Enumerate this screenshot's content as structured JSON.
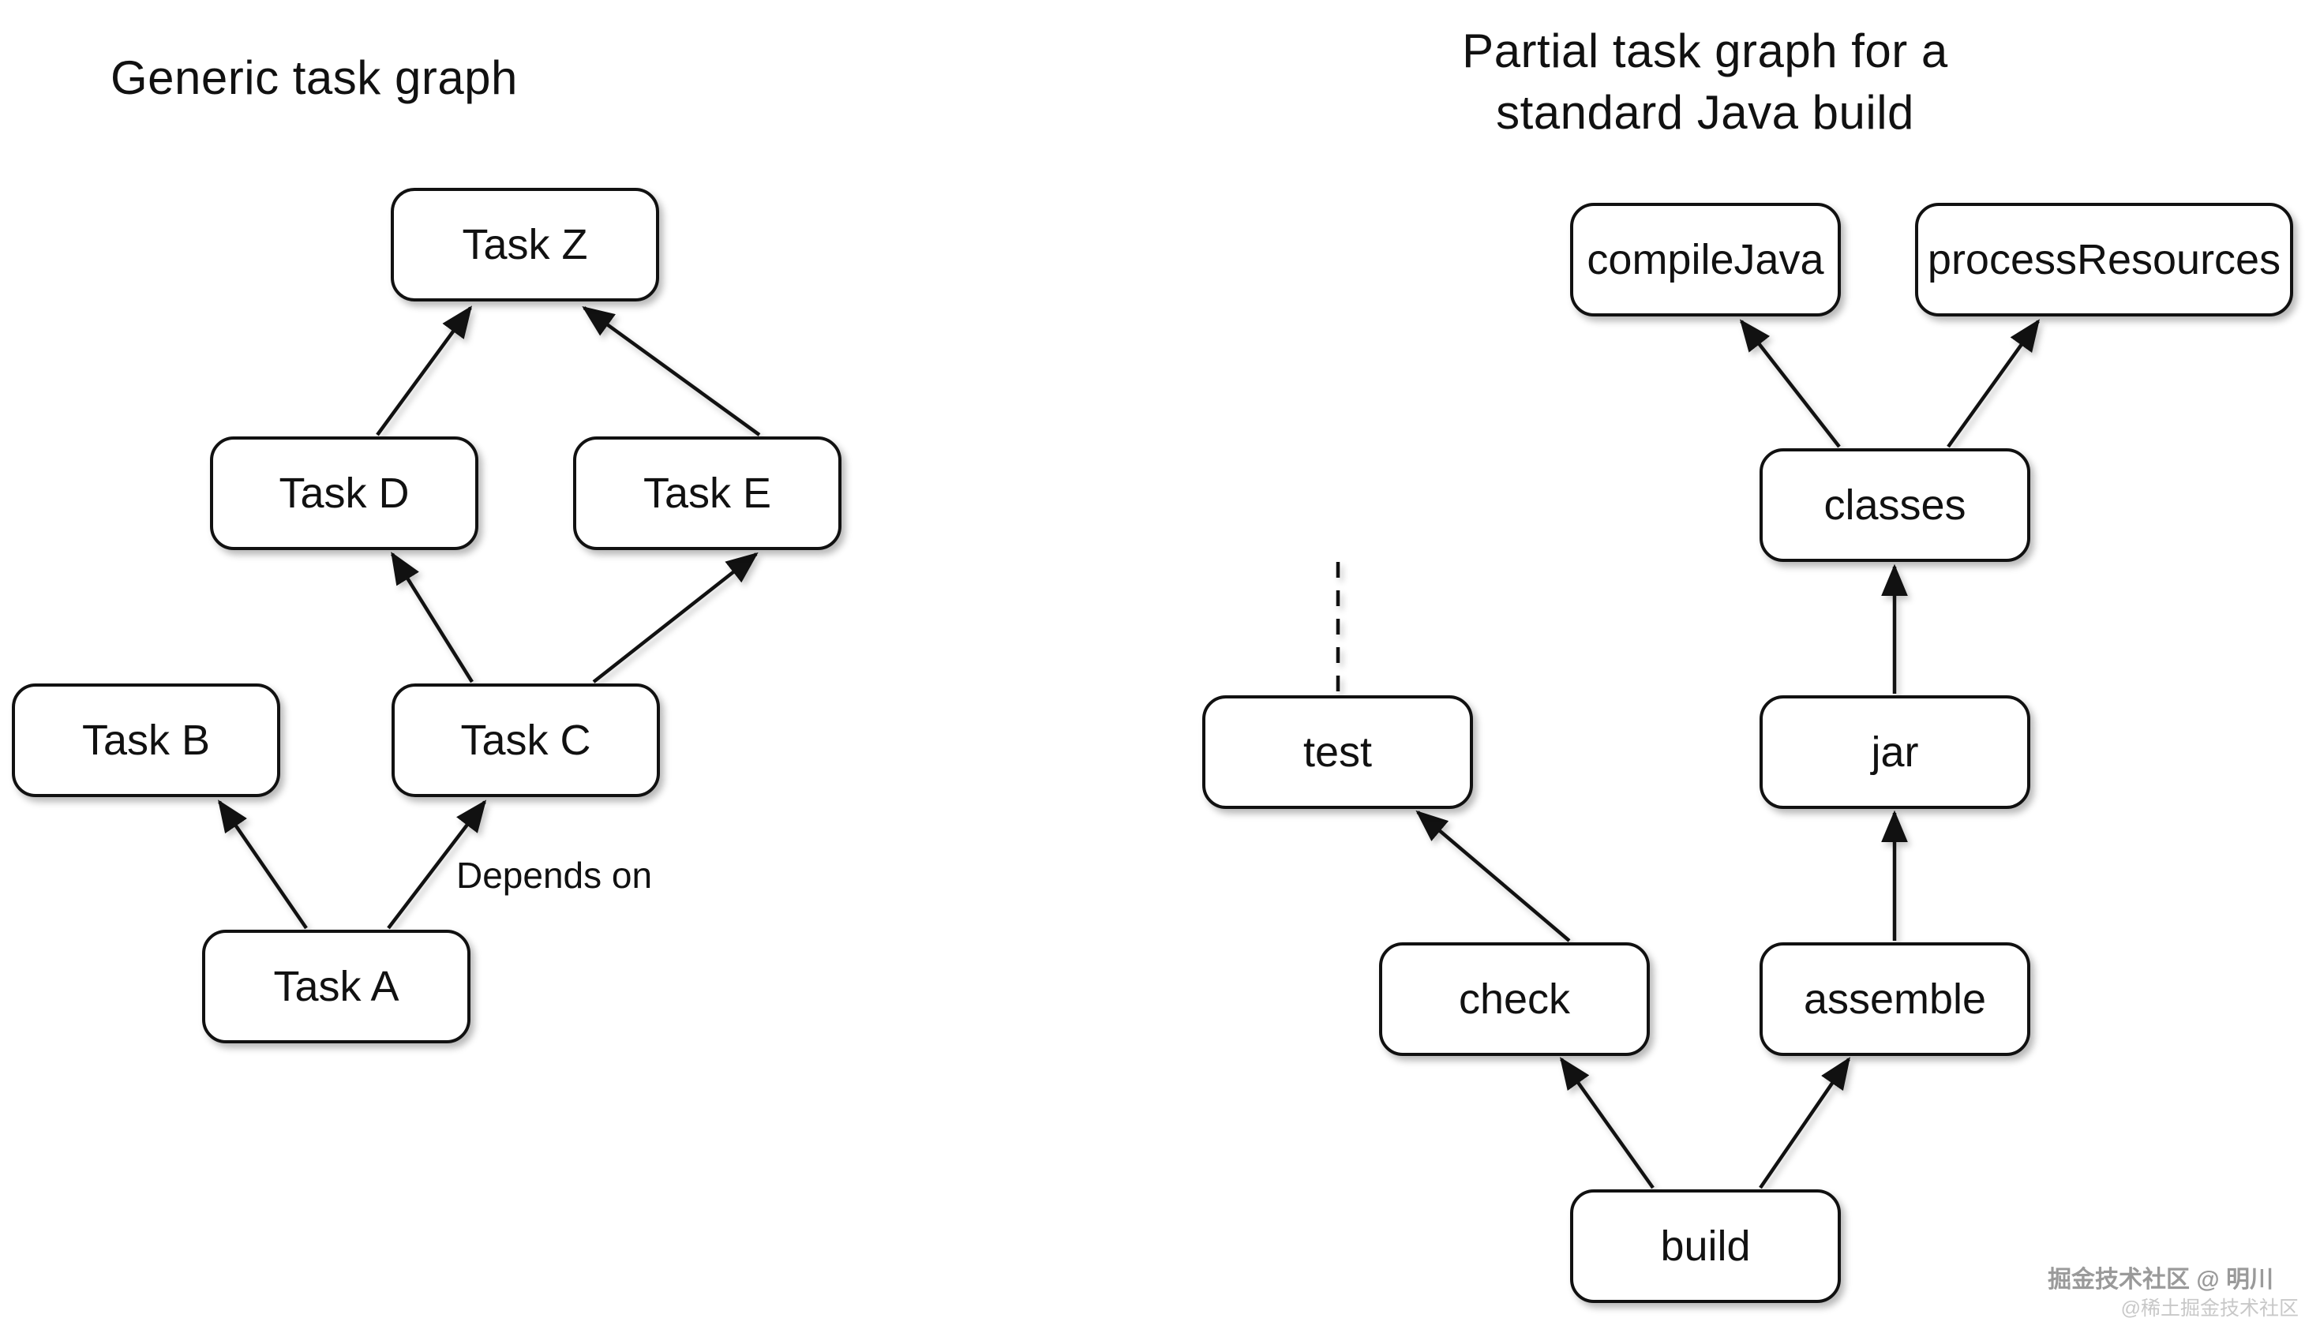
{
  "left_graph": {
    "title": "Generic task graph",
    "nodes": [
      {
        "id": "task-z",
        "label": "Task Z"
      },
      {
        "id": "task-d",
        "label": "Task D"
      },
      {
        "id": "task-e",
        "label": "Task E"
      },
      {
        "id": "task-b",
        "label": "Task B"
      },
      {
        "id": "task-c",
        "label": "Task C"
      },
      {
        "id": "task-a",
        "label": "Task A"
      }
    ],
    "edge_label": "Depends on",
    "edges": [
      {
        "from": "Task D",
        "to": "Task Z"
      },
      {
        "from": "Task E",
        "to": "Task Z"
      },
      {
        "from": "Task C",
        "to": "Task D"
      },
      {
        "from": "Task C",
        "to": "Task E"
      },
      {
        "from": "Task A",
        "to": "Task B"
      },
      {
        "from": "Task A",
        "to": "Task C",
        "label": "Depends on"
      }
    ]
  },
  "right_graph": {
    "title_line1": "Partial task graph for a",
    "title_line2": "standard Java build",
    "nodes": [
      {
        "id": "compile-java",
        "label": "compileJava"
      },
      {
        "id": "process-resources",
        "label": "processResources"
      },
      {
        "id": "classes",
        "label": "classes"
      },
      {
        "id": "test",
        "label": "test"
      },
      {
        "id": "jar",
        "label": "jar"
      },
      {
        "id": "check",
        "label": "check"
      },
      {
        "id": "assemble",
        "label": "assemble"
      },
      {
        "id": "build",
        "label": "build"
      }
    ],
    "edges": [
      {
        "from": "classes",
        "to": "compileJava"
      },
      {
        "from": "classes",
        "to": "processResources"
      },
      {
        "from": "jar",
        "to": "classes"
      },
      {
        "from": "assemble",
        "to": "jar"
      },
      {
        "from": "check",
        "to": "test"
      },
      {
        "from": "build",
        "to": "check"
      },
      {
        "from": "build",
        "to": "assemble"
      },
      {
        "from": "test",
        "to": "",
        "style": "dashed-truncated"
      }
    ]
  },
  "watermark": {
    "line1": "掘金技术社区 @ 明川",
    "line2": "@稀土掘金技术社区"
  },
  "colors": {
    "ink": "#111111",
    "background": "#ffffff",
    "watermark_primary": "#9a9a9a",
    "watermark_secondary": "#c8c8c8"
  }
}
